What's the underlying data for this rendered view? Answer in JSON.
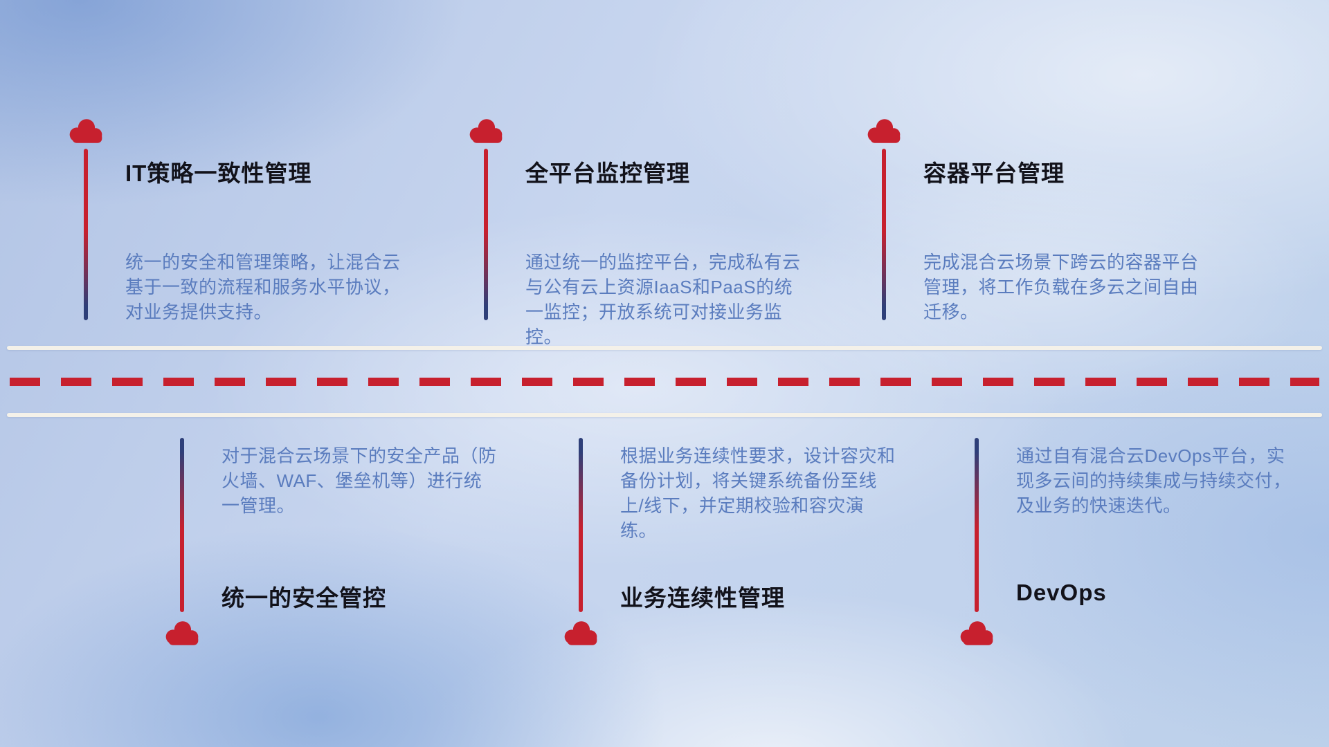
{
  "top_items": [
    {
      "title": "IT策略一致性管理",
      "description": "统一的安全和管理策略，让混合云基于一致的流程和服务水平协议，对业务提供支持。"
    },
    {
      "title": "全平台监控管理",
      "description": "通过统一的监控平台，完成私有云与公有云上资源IaaS和PaaS的统一监控；开放系统可对接业务监控。"
    },
    {
      "title": "容器平台管理",
      "description": "完成混合云场景下跨云的容器平台管理，将工作负载在多云之间自由迁移。"
    }
  ],
  "bottom_items": [
    {
      "title": "统一的安全管控",
      "description": "对于混合云场景下的安全产品（防火墙、WAF、堡垒机等）进行统一管理。"
    },
    {
      "title": "业务连续性管理",
      "description": "根据业务连续性要求，设计容灾和备份计划，将关键系统备份至线上/线下，并定期校验和容灾演练。"
    },
    {
      "title": "DevOps",
      "description": "通过自有混合云DevOps平台，实现多云间的持续集成与持续交付，及业务的快速迭代。"
    }
  ],
  "colors": {
    "accent_red": "#c7202e",
    "accent_navy": "#2e3f79",
    "description_blue": "#5a7cbe",
    "title_black": "#12121a",
    "road_white": "#f4f1e9"
  }
}
